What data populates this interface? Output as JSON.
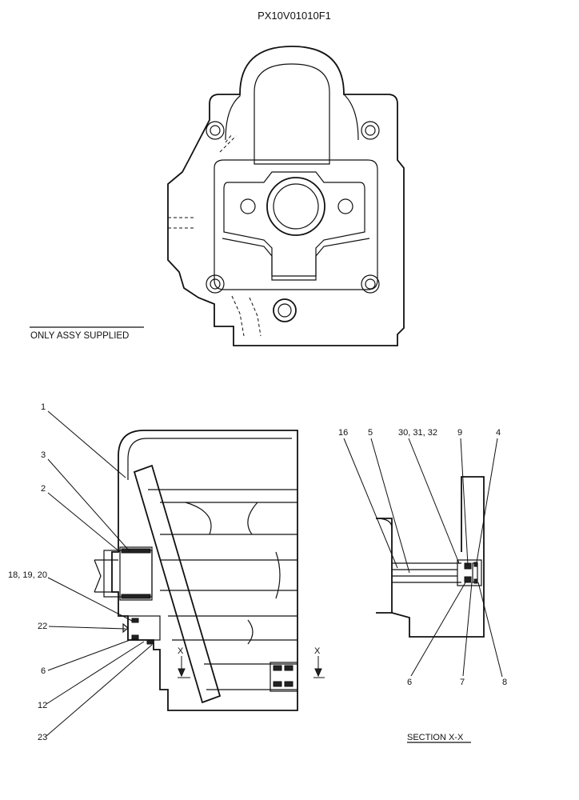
{
  "header": {
    "part_number": "PX10V01010F1"
  },
  "top_view": {
    "note": "ONLY ASSY SUPPLIED"
  },
  "section_main": {
    "callouts": [
      "1",
      "3",
      "2",
      "18, 19, 20",
      "22",
      "6",
      "12",
      "23"
    ],
    "section_marks": [
      "X",
      "X"
    ]
  },
  "section_xx": {
    "title": "SECTION  X-X",
    "callouts_top": [
      "16",
      "5",
      "30, 31, 32",
      "9",
      "4"
    ],
    "callouts_bottom": [
      "6",
      "7",
      "8"
    ]
  }
}
